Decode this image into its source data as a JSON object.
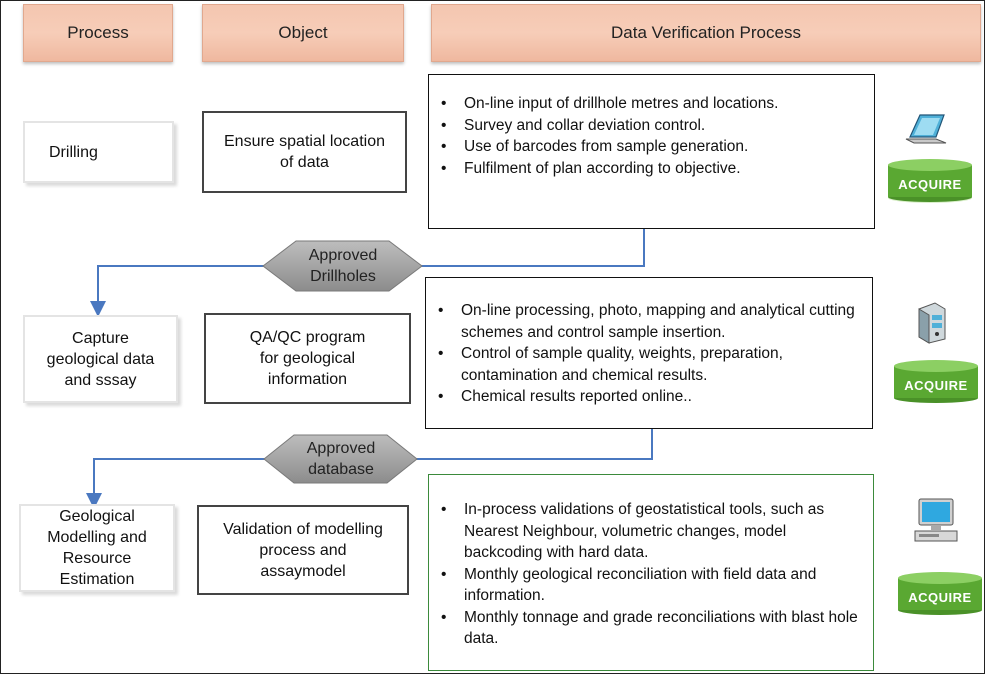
{
  "headers": {
    "process": "Process",
    "object": "Object",
    "verification": "Data Verification Process"
  },
  "rows": [
    {
      "process": [
        "Drilling"
      ],
      "object": [
        "Ensure spatial location",
        "of data"
      ],
      "verification": [
        "On-line input of drillhole metres and locations.",
        "Survey and collar deviation control.",
        "Use of barcodes from sample generation.",
        "Fulfilment of plan according to objective."
      ],
      "icon": "laptop-icon",
      "acquire": "ACQUIRE"
    },
    {
      "process": [
        "Capture",
        "geological data",
        "and sssay"
      ],
      "object": [
        "QA/QC program",
        "for geological",
        "information"
      ],
      "verification": [
        "On-line processing, photo, mapping and analytical cutting schemes and control sample insertion.",
        "Control of sample quality, weights, preparation, contamination and chemical results.",
        "Chemical results reported online.."
      ],
      "icon": "server-icon",
      "acquire": "ACQUIRE"
    },
    {
      "process": [
        "Geological",
        "Modelling and",
        "Resource",
        "Estimation"
      ],
      "object": [
        "Validation of modelling",
        "process and",
        "assaymodel"
      ],
      "verification": [
        "In-process validations of geostatistical tools, such as Nearest Neighbour, volumetric changes, model backcoding with hard data.",
        "Monthly geological reconciliation with field data and information.",
        "Monthly tonnage and grade reconciliations with blast hole data."
      ],
      "icon": "desktop-computer-icon",
      "acquire": "ACQUIRE"
    }
  ],
  "gates": [
    {
      "lines": [
        "Approved",
        "Drillholes"
      ]
    },
    {
      "lines": [
        "Approved",
        "database"
      ]
    }
  ],
  "colors": {
    "connector": "#4a78c0",
    "gate_fill": "#9a9a9a",
    "acquire_green": "#5aa832",
    "header_fill": "#f6c8b2"
  }
}
